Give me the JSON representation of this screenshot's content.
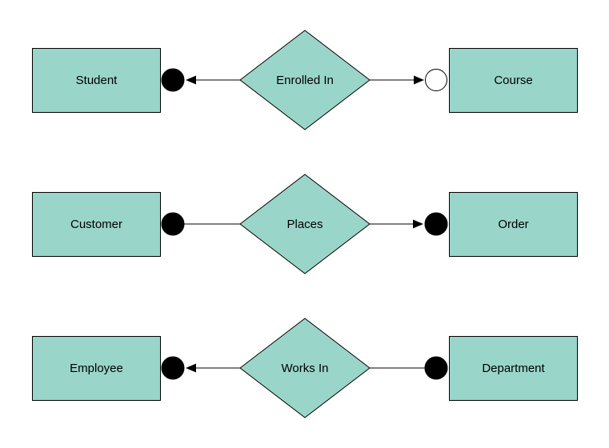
{
  "colors": {
    "shape_fill": "#9ad5c9",
    "shape_stroke": "#000000",
    "connector": "#000000",
    "background": "#ffffff",
    "filled_circle": "#000000",
    "open_circle": "#ffffff",
    "text": "#000000"
  },
  "diagram_type": "entity-relationship",
  "rows": [
    {
      "left_entity": "Student",
      "relationship": "Enrolled In",
      "right_entity": "Course",
      "left_connector": {
        "circle": "filled",
        "circle_fill": "#000000",
        "arrow": "toward-left-entity"
      },
      "right_connector": {
        "circle": "open",
        "circle_fill": "#ffffff",
        "arrow": "toward-right-entity"
      }
    },
    {
      "left_entity": "Customer",
      "relationship": "Places",
      "right_entity": "Order",
      "left_connector": {
        "circle": "filled",
        "circle_fill": "#000000",
        "arrow": "none"
      },
      "right_connector": {
        "circle": "filled",
        "circle_fill": "#000000",
        "arrow": "toward-right-entity"
      }
    },
    {
      "left_entity": "Employee",
      "relationship": "Works In",
      "right_entity": "Department",
      "left_connector": {
        "circle": "filled",
        "circle_fill": "#000000",
        "arrow": "toward-left-entity"
      },
      "right_connector": {
        "circle": "filled",
        "circle_fill": "#000000",
        "arrow": "none"
      }
    }
  ]
}
